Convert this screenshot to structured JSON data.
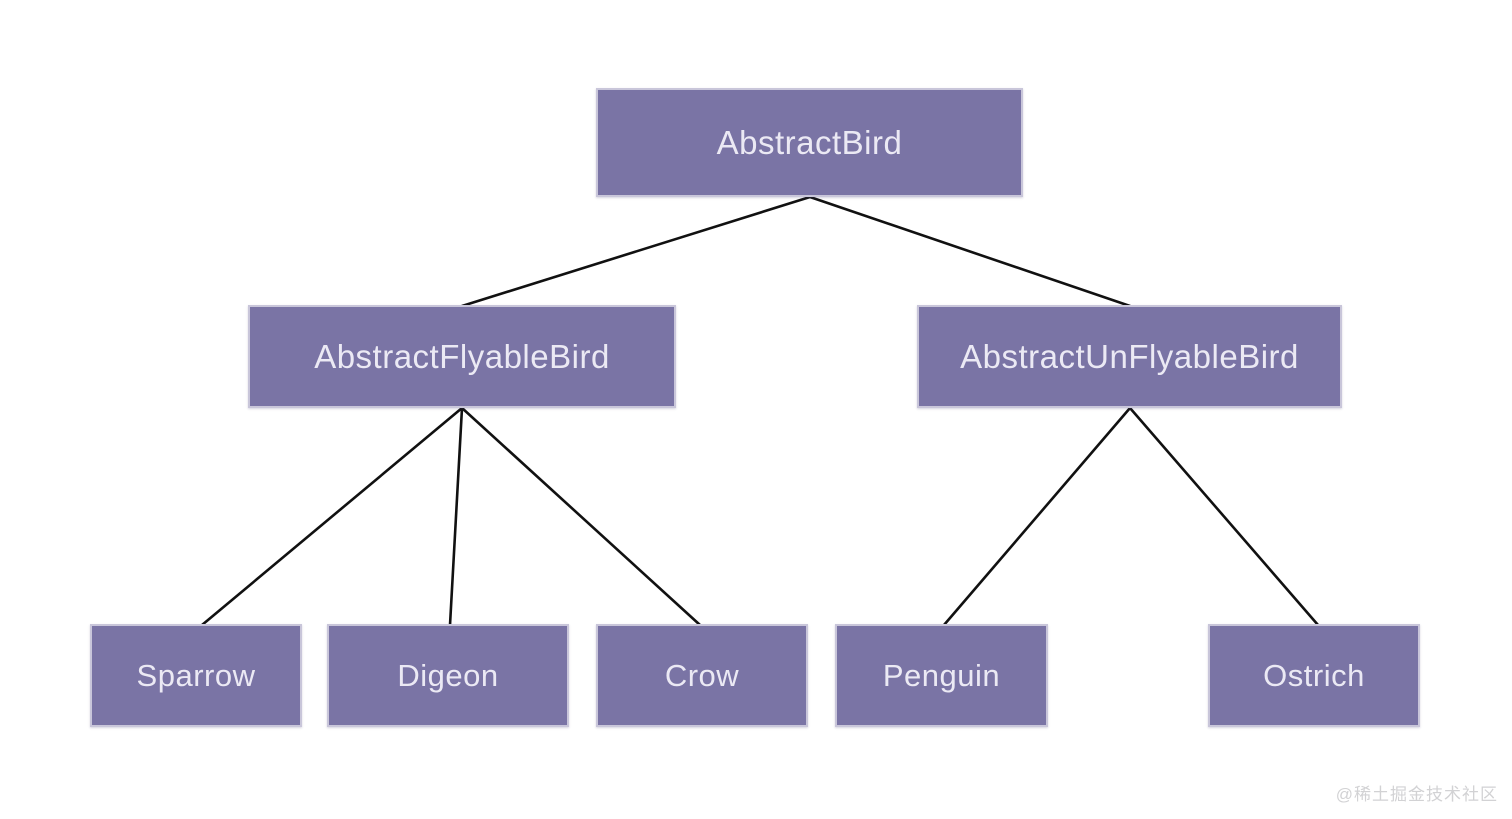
{
  "diagram": {
    "type": "class-hierarchy-tree",
    "nodes": [
      {
        "id": "abstractbird",
        "label": "AbstractBird",
        "level": 1
      },
      {
        "id": "abstractflyablebird",
        "label": "AbstractFlyableBird",
        "level": 2
      },
      {
        "id": "abstractunflyablebird",
        "label": "AbstractUnFlyableBird",
        "level": 2
      },
      {
        "id": "sparrow",
        "label": "Sparrow",
        "level": 3
      },
      {
        "id": "digeon",
        "label": "Digeon",
        "level": 3
      },
      {
        "id": "crow",
        "label": "Crow",
        "level": 3
      },
      {
        "id": "penguin",
        "label": "Penguin",
        "level": 3
      },
      {
        "id": "ostrich",
        "label": "Ostrich",
        "level": 3
      }
    ],
    "edges": [
      {
        "from": "abstractbird",
        "to": "abstractflyablebird"
      },
      {
        "from": "abstractbird",
        "to": "abstractunflyablebird"
      },
      {
        "from": "abstractflyablebird",
        "to": "sparrow"
      },
      {
        "from": "abstractflyablebird",
        "to": "digeon"
      },
      {
        "from": "abstractflyablebird",
        "to": "crow"
      },
      {
        "from": "abstractunflyablebird",
        "to": "penguin"
      },
      {
        "from": "abstractunflyablebird",
        "to": "ostrich"
      }
    ],
    "colors": {
      "node_fill": "#7a74a5",
      "node_border": "#c9c6da",
      "node_text": "#ebe9f4",
      "edge_line": "#111111",
      "background": "#ffffff"
    }
  },
  "watermark": {
    "text": "@稀土掘金技术社区"
  }
}
